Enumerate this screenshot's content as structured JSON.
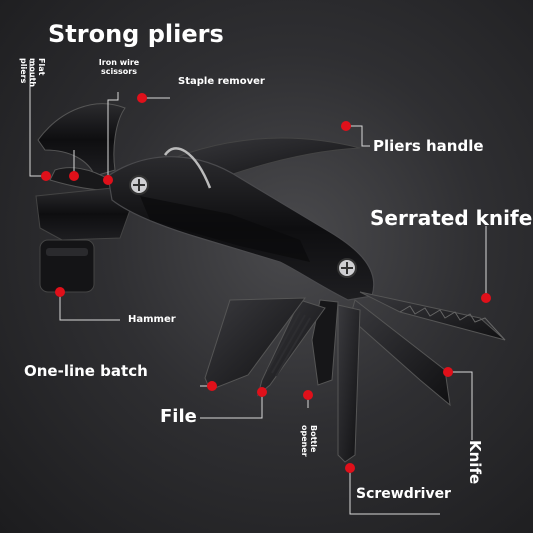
{
  "labels": {
    "title": "Strong pliers",
    "flat_mouth": "Flat mouth pliers",
    "iron_wire": "Iron wire scissors",
    "staple_remover": "Staple remover",
    "pliers_handle": "Pliers handle",
    "serrated_knife": "Serrated knife",
    "hammer": "Hammer",
    "one_line_batch": "One-line batch",
    "file": "File",
    "bottle_opener": "Bottle opener",
    "knife": "Knife",
    "screwdriver": "Screwdriver"
  },
  "colors": {
    "marker": "#e0101a",
    "line": "#d8d8d8",
    "tool": "#111113"
  }
}
